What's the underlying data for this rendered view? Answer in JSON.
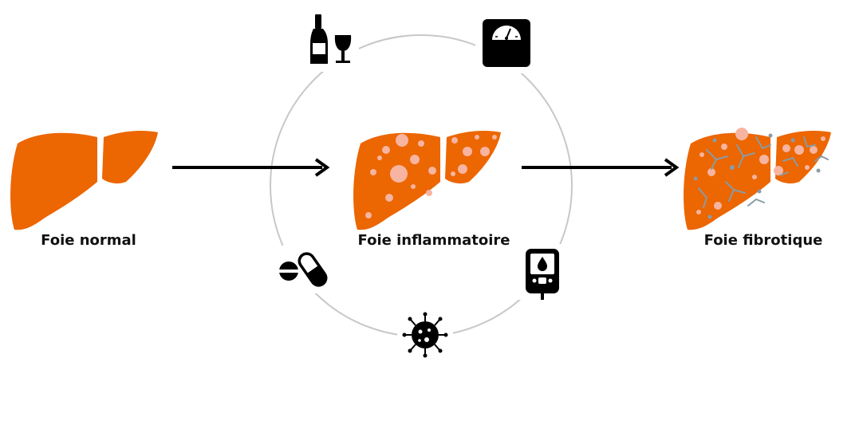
{
  "labels": {
    "normal": "Foie normal",
    "inflamed": "Foie inflammatoire",
    "fibrotic": "Foie fibrotique"
  },
  "colors": {
    "liver": "#EC6602",
    "spots": "#F7B4A0",
    "fibrosis": "#8A9BA5",
    "ring": "#C8C8C8",
    "arrow": "#000000",
    "icon": "#000000"
  },
  "risk_factor_icons": [
    "alcohol-icon",
    "scale-icon",
    "glucometer-icon",
    "virus-icon",
    "medication-icon"
  ]
}
